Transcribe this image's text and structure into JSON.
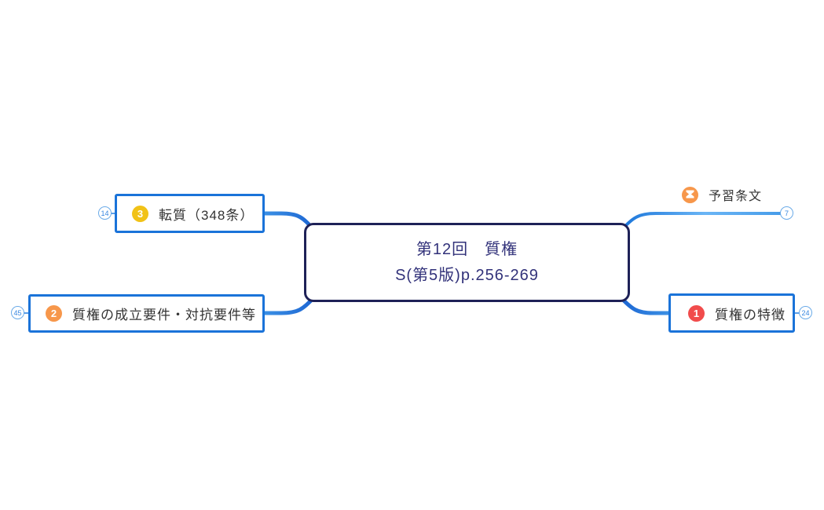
{
  "root": {
    "title_line1": "第12回　質権",
    "title_line2": "S(第5版)p.256-269"
  },
  "branches": [
    {
      "label": "転質（348条）",
      "badge": "3",
      "badge_color": "#f1c217",
      "count": "14"
    },
    {
      "label": "質権の成立要件・対抗要件等",
      "badge": "2",
      "badge_color": "#f7974b",
      "count": "45"
    },
    {
      "label": "質権の特徴",
      "badge": "1",
      "badge_color": "#f14c4c",
      "count": "24"
    },
    {
      "label": "予習条文",
      "icon": "hourglass-icon",
      "icon_color": "#f7974b",
      "count": "7"
    }
  ],
  "colors": {
    "branch_blue": "#1c76da",
    "branch_blue_light": "#6ab5f5",
    "box_border_blue": "#1a73d9",
    "root_border": "#1e2157",
    "root_text": "#32327a",
    "label_text": "#333333",
    "count_circle_border": "#6aaae8",
    "count_circle_text": "#3787e0"
  }
}
